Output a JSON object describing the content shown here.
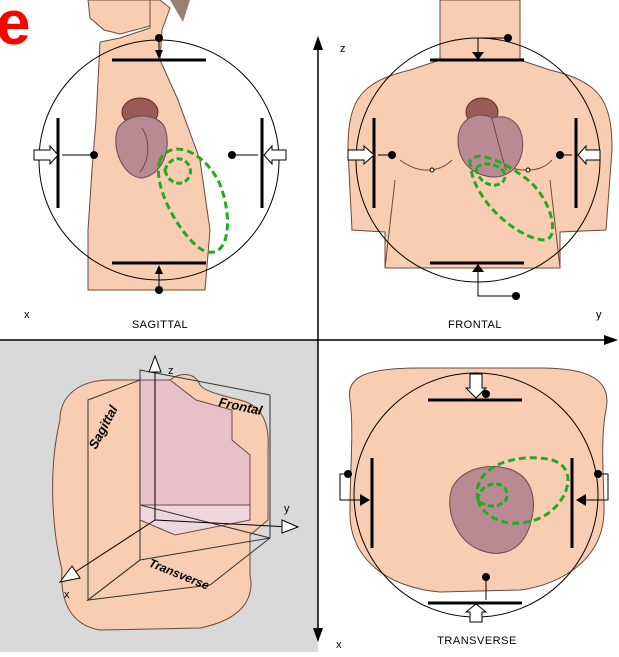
{
  "panel_letter": "e",
  "axes": {
    "z_top": "z",
    "x_left": "x",
    "y_right": "y",
    "x_bottom": "x"
  },
  "panels": {
    "sagittal": "SAGITTAL",
    "frontal": "FRONTAL",
    "transverse": "TRANSVERSE"
  },
  "three_d": {
    "z": "z",
    "y": "y",
    "x": "x",
    "sagittal": "Sagittal",
    "frontal": "Frontal",
    "transverse": "Transverse"
  },
  "colors": {
    "skin": "#f9cdb2",
    "skin_shadow": "#e8a98c",
    "heart": "#b98a92",
    "heart_dark": "#8a5a5a",
    "loop": "#22aa22",
    "panel_bg": "#d9d9d9",
    "letter": "#ff0000"
  }
}
